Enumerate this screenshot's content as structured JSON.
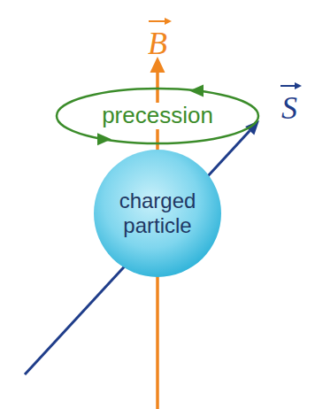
{
  "diagram": {
    "nodes": [
      {
        "text": [
          "precession"
        ]
      },
      {
        "text": [
          "charged particle"
        ]
      }
    ],
    "labels": [
      "B",
      "S"
    ]
  }
}
